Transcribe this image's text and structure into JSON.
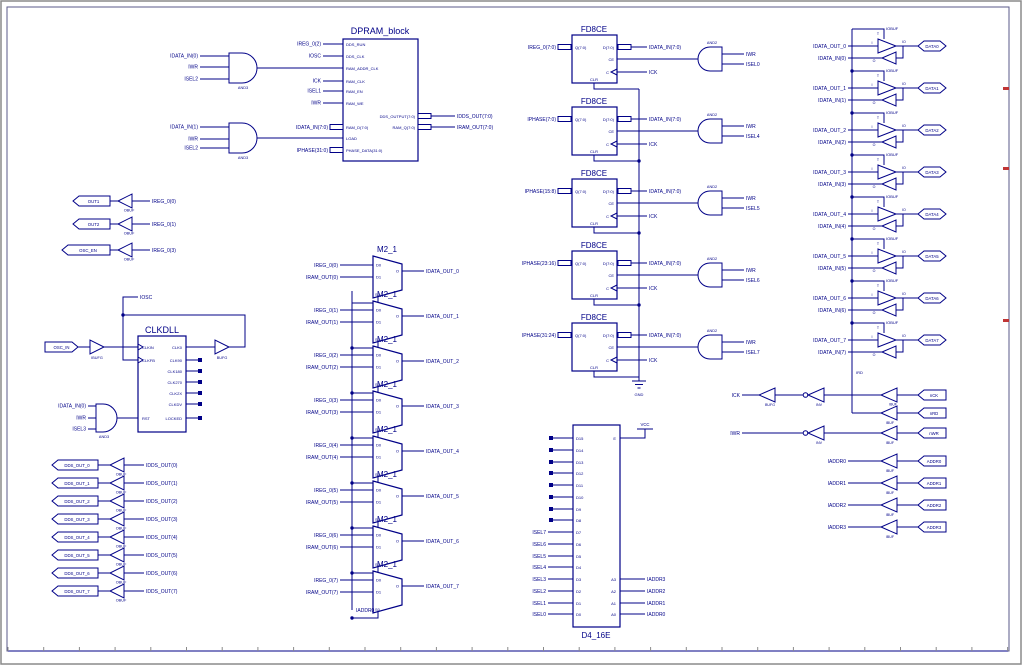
{
  "style": {
    "line": "#000087",
    "bg": "#ffffff",
    "frame": "#8a8a8a",
    "inner_frame": "#5a5a8a",
    "mark": "#c03434"
  },
  "dpram": {
    "title": "DPRAM_block",
    "pins_left": [
      "DDS_RUN",
      "DDS_CLK",
      "RAM_ADDR_CLK",
      "RAM_CLK",
      "RAM_EN",
      "RAM_WE",
      "RAM_D(7:0)",
      "LOAD",
      "PHASE_DATA(31:0)"
    ],
    "nets_left": [
      "IREG_0(2)",
      "IOSC",
      "",
      "ICK",
      "ISEL1",
      "IWR",
      "IDATA_IN(7:0)",
      "",
      "IPHASE(31:0)"
    ],
    "pins_right": [
      "DDS_OUTPUT(7:0)",
      "RAM_Q(7:0)"
    ],
    "nets_right": [
      "IDDS_OUT(7:0)",
      "IRAM_OUT(7:0)"
    ]
  },
  "and3_gates": [
    {
      "type": "AND3",
      "inputs": [
        "IDATA_IN(0)",
        "IWR",
        "ISEL2"
      ]
    },
    {
      "type": "AND3",
      "inputs": [
        "IDATA_IN(1)",
        "IWR",
        "ISEL2"
      ]
    },
    {
      "type": "AND3",
      "inputs": [
        "IDATA_IN(0)",
        "IWR",
        "ISEL3"
      ]
    }
  ],
  "reg_bufs": [
    {
      "port": "OUT1",
      "buf": "OBUF",
      "net": "IREG_0(0)"
    },
    {
      "port": "OUT2",
      "buf": "OBUF",
      "net": "IREG_0(1)"
    },
    {
      "port": "OSC_EN",
      "buf": "OBUF",
      "net": "IREG_0(3)"
    }
  ],
  "clkdll": {
    "title": "CLKDLL",
    "port": "OSC_IN",
    "ibufg": "IBUFG",
    "bufg": "BUFG",
    "fb_net": "IOSC",
    "pins_left": [
      "CLKIN",
      "CLKFB",
      "RST"
    ],
    "pins_right": [
      "CLK0",
      "CLK90",
      "CLK180",
      "CLK270",
      "CLK2X",
      "CLKDV",
      "LOCKED"
    ]
  },
  "dds_bufs": [
    {
      "port": "DDS_OUT_0",
      "buf": "OBUF",
      "net": "IDDS_OUT(0)"
    },
    {
      "port": "DDS_OUT_1",
      "buf": "OBUF",
      "net": "IDDS_OUT(1)"
    },
    {
      "port": "DDS_OUT_2",
      "buf": "OBUF",
      "net": "IDDS_OUT(2)"
    },
    {
      "port": "DDS_OUT_3",
      "buf": "OBUF",
      "net": "IDDS_OUT(3)"
    },
    {
      "port": "DDS_OUT_4",
      "buf": "OBUF",
      "net": "IDDS_OUT(4)"
    },
    {
      "port": "DDS_OUT_5",
      "buf": "OBUF",
      "net": "IDDS_OUT(5)"
    },
    {
      "port": "DDS_OUT_6",
      "buf": "OBUF",
      "net": "IDDS_OUT(6)"
    },
    {
      "port": "DDS_OUT_7",
      "buf": "OBUF",
      "net": "IDDS_OUT(7)"
    }
  ],
  "muxes": {
    "title": "M2_1",
    "select_net": "IADDR0",
    "pins": {
      "d0": "D0",
      "d1": "D1",
      "s0": "S0",
      "o": "O"
    },
    "rows": [
      {
        "d0": "IREG_0(0)",
        "d1": "IRAM_OUT(0)",
        "o": "IDATA_OUT_0"
      },
      {
        "d0": "IREG_0(1)",
        "d1": "IRAM_OUT(1)",
        "o": "IDATA_OUT_1"
      },
      {
        "d0": "IREG_0(2)",
        "d1": "IRAM_OUT(2)",
        "o": "IDATA_OUT_2"
      },
      {
        "d0": "IREG_0(3)",
        "d1": "IRAM_OUT(3)",
        "o": "IDATA_OUT_3"
      },
      {
        "d0": "IREG_0(4)",
        "d1": "IRAM_OUT(4)",
        "o": "IDATA_OUT_4"
      },
      {
        "d0": "IREG_0(5)",
        "d1": "IRAM_OUT(5)",
        "o": "IDATA_OUT_5"
      },
      {
        "d0": "IREG_0(6)",
        "d1": "IRAM_OUT(6)",
        "o": "IDATA_OUT_6"
      },
      {
        "d0": "IREG_0(7)",
        "d1": "IRAM_OUT(7)",
        "o": "IDATA_OUT_7"
      }
    ]
  },
  "fd8ce": {
    "title": "FD8CE",
    "and_type": "AND2",
    "d_net": "IDATA_IN(7:0)",
    "c_net": "ICK",
    "gnd": "GND",
    "pins": {
      "d": "D(7:0)",
      "q": "Q(7:0)",
      "ce": "CE",
      "c": "C",
      "clr": "CLR"
    },
    "rows": [
      {
        "q": "IREG_0(7:0)",
        "en": [
          "IWR",
          "ISEL0"
        ]
      },
      {
        "q": "IPHASE(7:0)",
        "en": [
          "IWR",
          "ISEL4"
        ]
      },
      {
        "q": "IPHASE(15:8)",
        "en": [
          "IWR",
          "ISEL5"
        ]
      },
      {
        "q": "IPHASE(23:16)",
        "en": [
          "IWR",
          "ISEL6"
        ]
      },
      {
        "q": "IPHASE(31:24)",
        "en": [
          "IWR",
          "ISEL7"
        ]
      }
    ]
  },
  "iobufs": {
    "label": "IOBUF",
    "pins": {
      "t": "T",
      "i": "I",
      "o": "O",
      "io": "IO"
    },
    "rows": [
      {
        "i": "IDATA_OUT_0",
        "o": "IDATA_IN(0)",
        "port": "DATA0"
      },
      {
        "i": "IDATA_OUT_1",
        "o": "IDATA_IN(1)",
        "port": "DATA1"
      },
      {
        "i": "IDATA_OUT_2",
        "o": "IDATA_IN(2)",
        "port": "DATA2"
      },
      {
        "i": "IDATA_OUT_3",
        "o": "IDATA_IN(3)",
        "port": "DATA3"
      },
      {
        "i": "IDATA_OUT_4",
        "o": "IDATA_IN(4)",
        "port": "DATA4"
      },
      {
        "i": "IDATA_OUT_5",
        "o": "IDATA_IN(5)",
        "port": "DATA5"
      },
      {
        "i": "IDATA_OUT_6",
        "o": "IDATA_IN(6)",
        "port": "DATA6"
      },
      {
        "i": "IDATA_OUT_7",
        "o": "IDATA_IN(7)",
        "port": "DATA7"
      }
    ]
  },
  "controls": {
    "ick": {
      "net": "ICK",
      "chain": [
        "BUFG",
        "INV",
        "IBUF"
      ],
      "port": "nCK"
    },
    "nrd": {
      "buf": "IBUF",
      "port": "nRD",
      "note": "IRD"
    },
    "iwr": {
      "net": "IWR",
      "chain": [
        "INV",
        "IBUF"
      ],
      "port": "nWR"
    },
    "addrs": [
      {
        "net": "IADDR0",
        "buf": "IBUF",
        "port": "ADDR0"
      },
      {
        "net": "IADDR1",
        "buf": "IBUF",
        "port": "ADDR1"
      },
      {
        "net": "IADDR2",
        "buf": "IBUF",
        "port": "ADDR2"
      },
      {
        "net": "IADDR3",
        "buf": "IBUF",
        "port": "ADDR3"
      }
    ]
  },
  "decoder": {
    "title": "D4_16E",
    "e_pin": "E",
    "vcc": "VCC",
    "d_pins": [
      "D15",
      "D14",
      "D13",
      "D12",
      "D11",
      "D10",
      "D9",
      "D8",
      "D7",
      "D6",
      "D5",
      "D4",
      "D3",
      "D2",
      "D1",
      "D0"
    ],
    "sel_nets": [
      "ISEL7",
      "ISEL6",
      "ISEL5",
      "ISEL4",
      "ISEL3",
      "ISEL2",
      "ISEL1",
      "ISEL0"
    ],
    "a_pins": [
      "A3",
      "A2",
      "A1",
      "A0"
    ],
    "a_nets": [
      "IADDR3",
      "IADDR2",
      "IADDR1",
      "IADDR0"
    ]
  }
}
